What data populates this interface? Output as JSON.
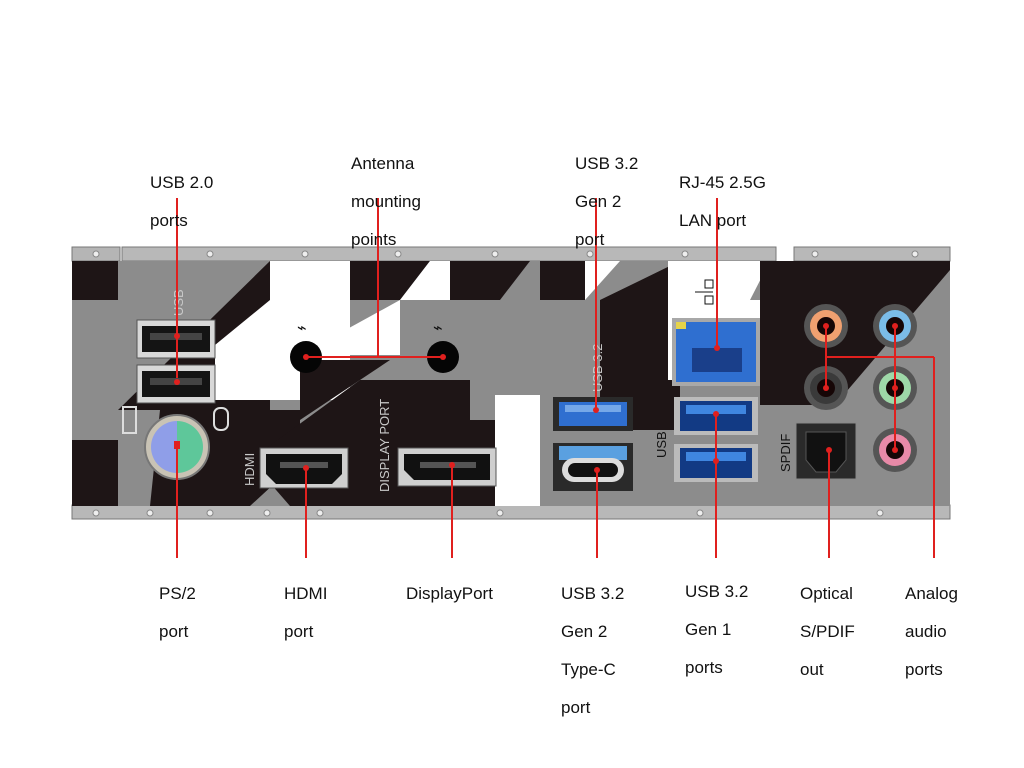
{
  "title": "Rear I/O panel port diagram",
  "colors": {
    "callout_line": "#e0201e",
    "panel_gray": "#8c8c8c",
    "panel_dark": "#1e1516",
    "usb3_blue": "#2f6fd0",
    "audio_orange": "#f0a070",
    "audio_blue": "#7bbce8",
    "audio_black": "#3a3a3a",
    "audio_green": "#9ed8a8",
    "audio_pink": "#e88aa8"
  },
  "labels_top": [
    {
      "id": "usb20",
      "lines": [
        "USB 2.0",
        "ports"
      ]
    },
    {
      "id": "antenna",
      "lines": [
        "Antenna",
        "mounting",
        "points"
      ]
    },
    {
      "id": "usb32gen2",
      "lines": [
        "USB 3.2",
        "Gen 2",
        "port"
      ]
    },
    {
      "id": "rj45",
      "lines": [
        "RJ-45 2.5G",
        "LAN port"
      ]
    }
  ],
  "labels_bottom": [
    {
      "id": "ps2",
      "lines": [
        "PS/2",
        "port"
      ]
    },
    {
      "id": "hdmi",
      "lines": [
        "HDMI",
        "port"
      ]
    },
    {
      "id": "displayport",
      "lines": [
        "DisplayPort"
      ]
    },
    {
      "id": "usbc",
      "lines": [
        "USB 3.2",
        "Gen 2",
        "Type-C",
        "port"
      ]
    },
    {
      "id": "usb32gen1",
      "lines": [
        "USB 3.2",
        "Gen 1",
        "ports"
      ]
    },
    {
      "id": "spdif",
      "lines": [
        "Optical",
        "S/PDIF",
        "out"
      ]
    },
    {
      "id": "audio",
      "lines": [
        "Analog",
        "audio",
        "ports"
      ]
    }
  ],
  "silkscreen": {
    "usb_left": "USB",
    "hdmi": "HDMI",
    "display_port": "DISPLAY PORT",
    "usb32": "USB 3.2",
    "usb_right": "USB",
    "spdif": "SPDIF"
  }
}
